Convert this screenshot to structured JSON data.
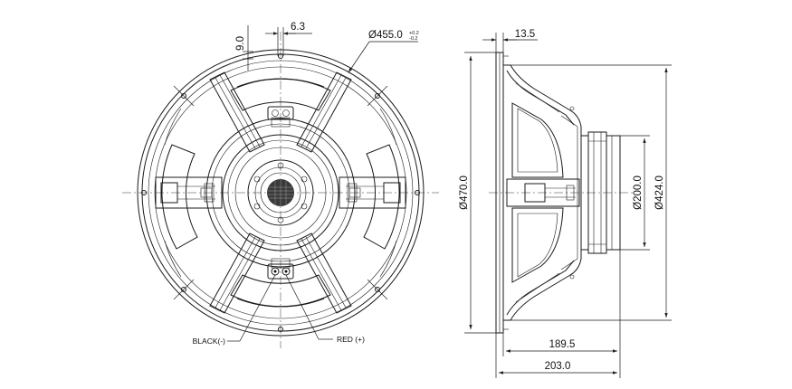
{
  "front_view": {
    "dim_9_0": "9.0",
    "dim_6_3": "6.3",
    "dim_outer_dia": "Ø455.0",
    "dim_outer_dia_tol_upper": "+0.2",
    "dim_outer_dia_tol_lower": "-0.2",
    "label_black": "BLACK(-)",
    "label_red": "RED (+)"
  },
  "side_view": {
    "dim_13_5": "13.5",
    "dim_dia_470": "Ø470.0",
    "dim_dia_200": "Ø200.0",
    "dim_dia_424": "Ø424.0",
    "dim_189_5": "189.5",
    "dim_203": "203.0"
  }
}
